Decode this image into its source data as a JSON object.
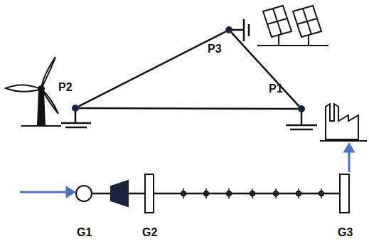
{
  "diagram": {
    "nodes": [
      {
        "text": [
          "P1"
        ]
      },
      {
        "text": [
          "P2"
        ]
      },
      {
        "text": [
          "P3"
        ]
      },
      {
        "text": [
          "G1"
        ]
      },
      {
        "text": [
          "G2"
        ]
      },
      {
        "text": [
          "G3"
        ]
      }
    ],
    "edges": [
      {
        "from": 1,
        "to": 0,
        "arrow": "none"
      },
      {
        "from": 1,
        "to": 2,
        "arrow": "none"
      },
      {
        "from": 2,
        "to": 0,
        "arrow": "none"
      },
      {
        "from": 3,
        "to": 4,
        "arrow": "none"
      },
      {
        "from": 4,
        "to": 5,
        "arrow": "none"
      }
    ]
  }
}
